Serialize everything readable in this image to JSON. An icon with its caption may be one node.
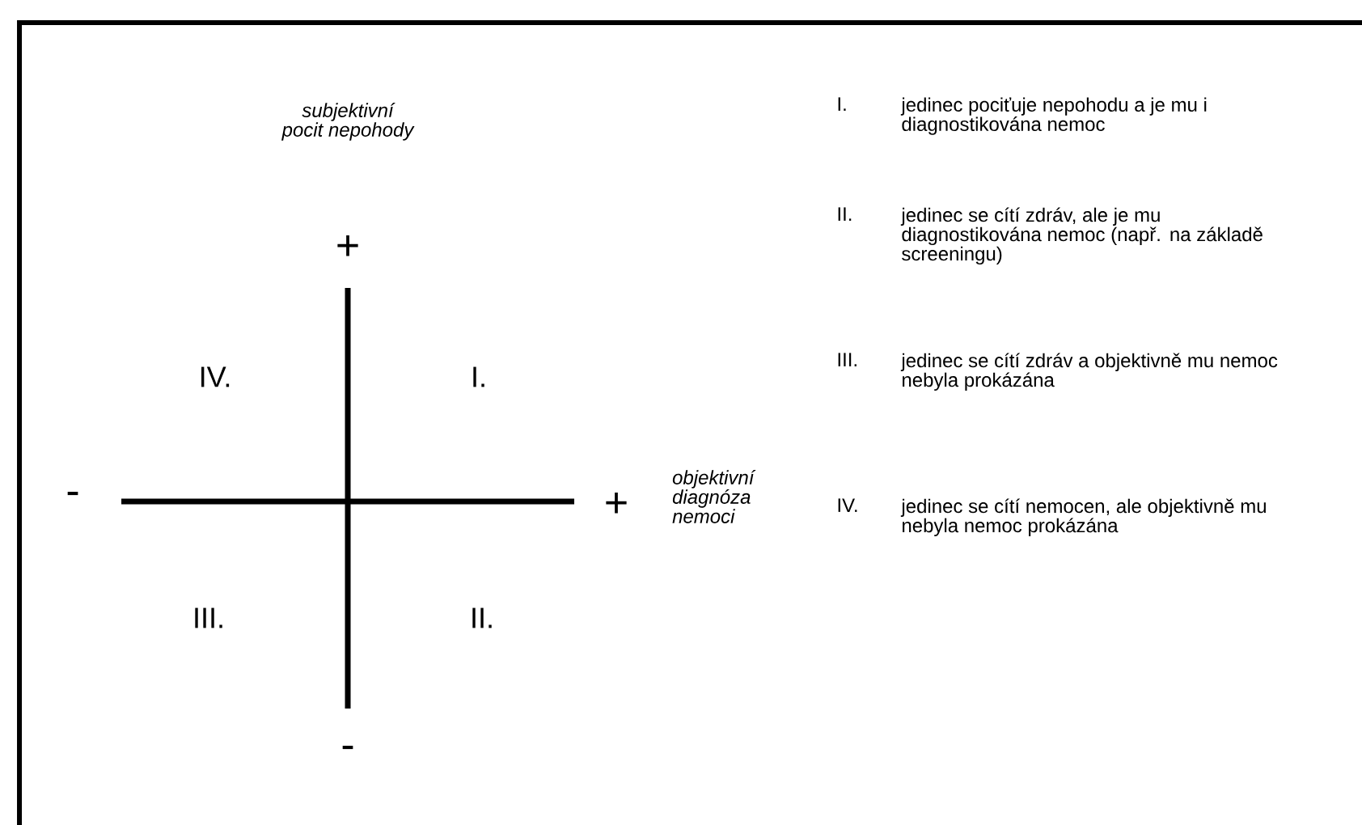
{
  "diagram": {
    "labels": [
      "subjektivní pocit nepohody",
      "+",
      "IV.",
      "I.",
      "-",
      "+",
      "objektivní diagnóza nemoci",
      "III.",
      "II.",
      "-",
      "I.",
      "jedinec pociťuje nepohodu a je mu i diagnostikována nemoc",
      "II.",
      "jedinec se cítí zdráv, ale je mu diagnostikována nemoc (např. na základě screeningu)",
      "III.",
      "jedinec se cítí zdráv a objektivně mu nemoc nebyla prokázána",
      "IV.",
      "jedinec se cítí nemocen, ale objektivně mu nebyla nemoc prokázána"
    ]
  }
}
